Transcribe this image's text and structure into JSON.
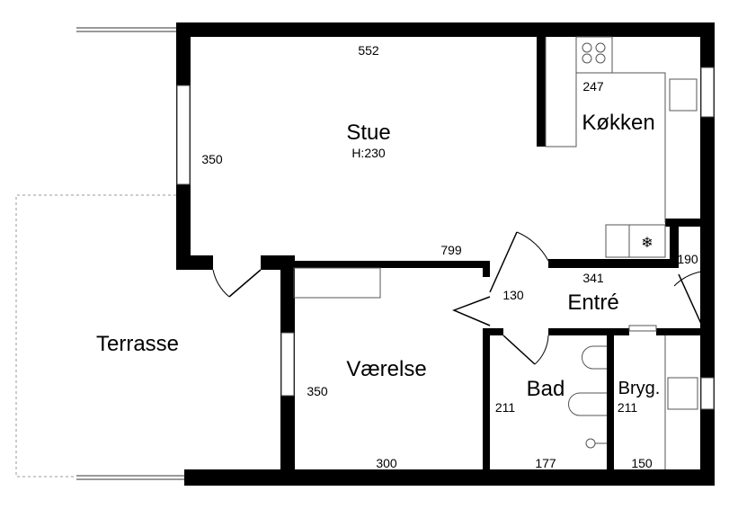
{
  "rooms": {
    "stue": {
      "label": "Stue",
      "height": "H:230",
      "dim_width": "552",
      "dim_depth": "350",
      "dim_bottom": "799"
    },
    "kokken": {
      "label": "Køkken",
      "dim": "247"
    },
    "entre": {
      "label": "Entré",
      "dim_width": "341",
      "dim_left": "130",
      "dim_right": "190"
    },
    "vaerelse": {
      "label": "Værelse",
      "dim_depth": "350",
      "dim_width": "300"
    },
    "bad": {
      "label": "Bad",
      "dim_depth": "211",
      "dim_width": "177"
    },
    "bryg": {
      "label": "Bryg.",
      "dim_depth": "211",
      "dim_width": "150"
    },
    "terrasse": {
      "label": "Terrasse"
    }
  },
  "colors": {
    "wall": "#000000",
    "background": "#ffffff",
    "fixture": "#555555"
  }
}
